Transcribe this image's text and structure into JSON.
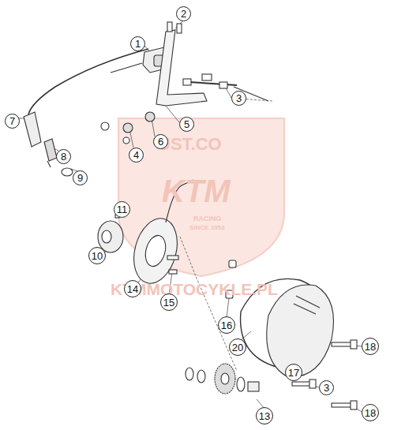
{
  "diagram": {
    "nodes": [
      {
        "text": [
          "2"
        ]
      },
      {
        "text": [
          "1"
        ]
      },
      {
        "text": [
          "3"
        ]
      },
      {
        "text": [
          "7"
        ]
      },
      {
        "text": [
          "5"
        ]
      },
      {
        "text": [
          "6"
        ]
      },
      {
        "text": [
          "4"
        ]
      },
      {
        "text": [
          "8"
        ]
      },
      {
        "text": [
          "9"
        ]
      },
      {
        "text": [
          "11"
        ]
      },
      {
        "text": [
          "10"
        ]
      },
      {
        "text": [
          "14"
        ]
      },
      {
        "text": [
          "15"
        ]
      },
      {
        "text": [
          "16"
        ]
      },
      {
        "text": [
          "18"
        ]
      },
      {
        "text": [
          "20"
        ]
      },
      {
        "text": [
          "17"
        ]
      },
      {
        "text": [
          "3"
        ]
      },
      {
        "text": [
          "18"
        ]
      },
      {
        "text": [
          "13"
        ]
      }
    ],
    "labels": [
      "UST.CO",
      "KTM",
      "RACING",
      "SINCE 1953",
      "KTMMOTOCYKLE.PL"
    ]
  }
}
